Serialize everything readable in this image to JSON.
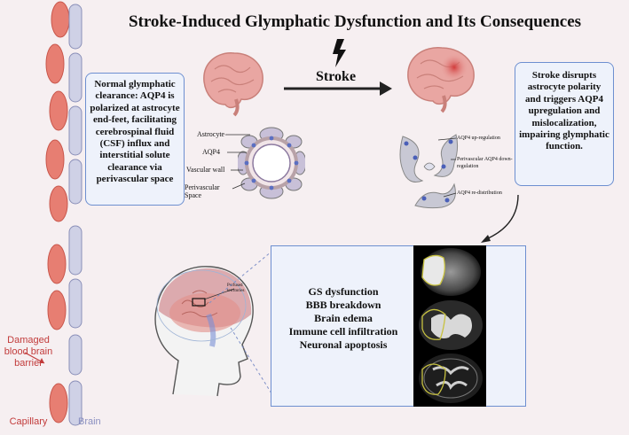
{
  "title": "Stroke-Induced Glymphatic Dysfunction and Its Consequences",
  "stroke_label": "Stroke",
  "left_box": "Normal glymphatic clearance: AQP4 is polarized at astrocyte end-feet, facilitating cerebrospinal fluid (CSF) influx and interstitial solute clearance via perivascular space",
  "right_box": "Stroke disrupts astrocyte polarity and triggers AQP4 upregulation and mislocalization, impairing glymphatic function.",
  "vessel_labels": {
    "astrocyte": "Astrocyte",
    "aqp4": "AQP4",
    "vascular_wall": "Vascular wall",
    "perivascular_space": "Perivascular Space"
  },
  "stroke_labels": {
    "up": "AQP4 up-regulation",
    "down": "Perivascular AQP4 down-regulation",
    "redist": "AQP4 re-distribution"
  },
  "head_label": "Perfused territories",
  "consequences": [
    "GS dysfunction",
    "BBB breakdown",
    "Brain edema",
    "Immune cell infiltration",
    "Neuronal apoptosis"
  ],
  "sidebar": {
    "damaged": "Damaged blood brain barrier",
    "capillary": "Capillary",
    "brain": "Brain"
  },
  "colors": {
    "accent_border": "#6d8fd0",
    "side_text": "#c23b3b",
    "brain": "#e9a6a2"
  }
}
